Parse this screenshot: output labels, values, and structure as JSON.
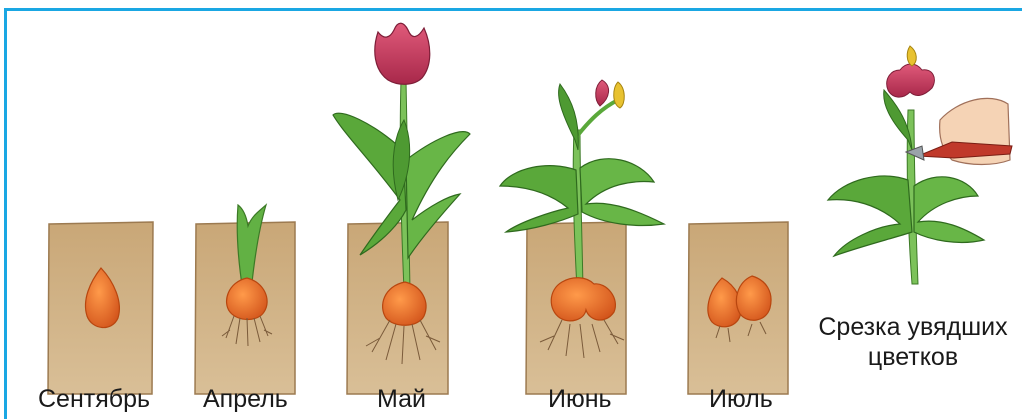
{
  "stages": [
    {
      "label": "Сентябрь"
    },
    {
      "label": "Апрель"
    },
    {
      "label": "Май"
    },
    {
      "label": "Июнь"
    },
    {
      "label": "Июль"
    }
  ],
  "cutting": {
    "line1": "Срезка увядших",
    "line2": "цветков"
  },
  "colors": {
    "frame": "#1aa7e3",
    "soil": "#c8a67a",
    "bulb": "#e0651e",
    "leaf": "#5aa83a",
    "petal": "#d0456b"
  }
}
